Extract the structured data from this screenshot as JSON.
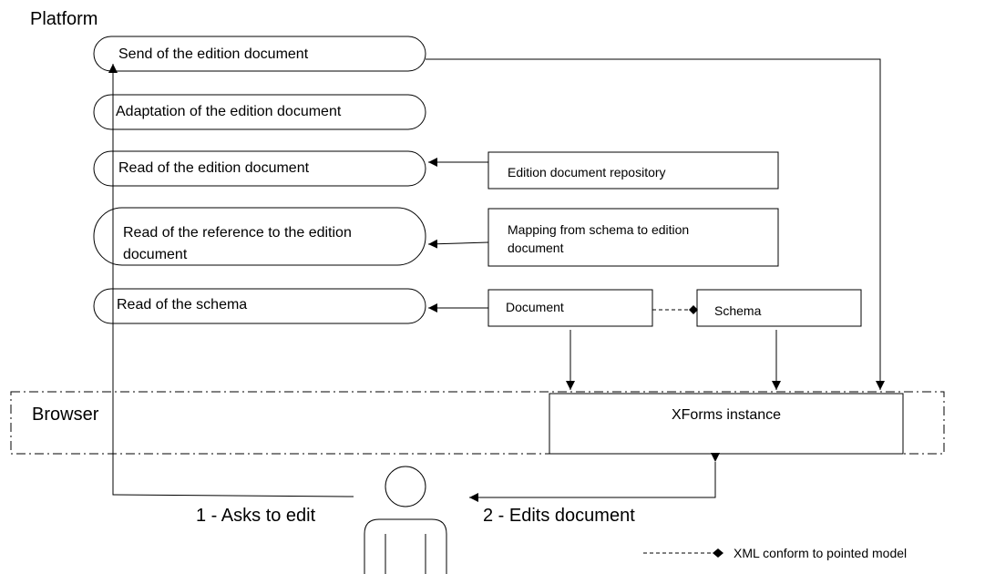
{
  "platform_label": "Platform",
  "browser_label": "Browser",
  "processes": {
    "send": "Send of the edition document",
    "adapt": "Adaptation of the edition document",
    "read_edition": "Read of the edition document",
    "read_reference": "Read of the reference to the edition document",
    "read_schema": "Read of the schema"
  },
  "boxes": {
    "repository": "Edition document repository",
    "mapping": "Mapping from schema to edition document",
    "document": "Document",
    "schema": "Schema",
    "xforms": "XForms instance"
  },
  "actions": {
    "asks": "1 - Asks to edit",
    "edits": "2 - Edits document"
  },
  "legend": {
    "text": "XML conform to pointed model"
  }
}
